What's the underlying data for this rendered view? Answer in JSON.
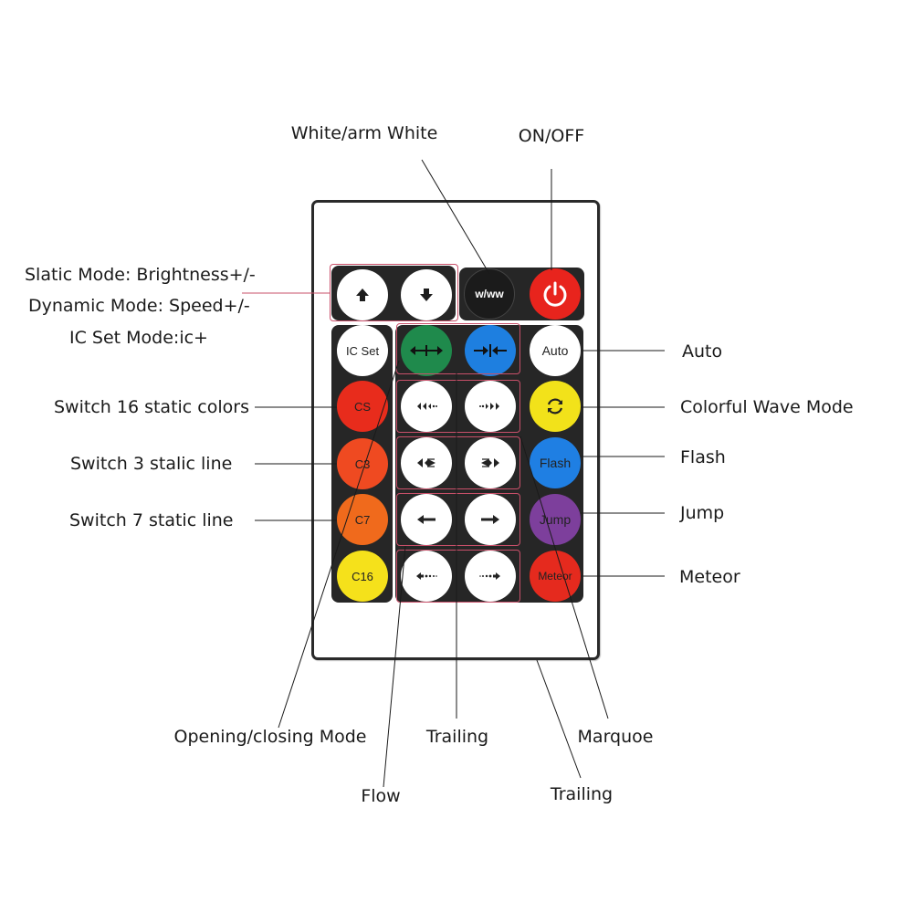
{
  "labels": {
    "white_warm": "White/arm White",
    "on_off": "ON/OFF",
    "slatic_brightness": "Slatic Mode: Brightness+/-",
    "dynamic_speed": "Dynamic Mode: Speed+/-",
    "ic_set_mode": "IC Set Mode:ic+",
    "switch16": "Switch 16 static colors",
    "switch3": "Switch 3 stalic line",
    "switch7": "Switch 7 static line",
    "auto": "Auto",
    "colorful_wave": "Colorful Wave Mode",
    "flash": "Flash",
    "jump": "Jump",
    "meteor": "Meteor",
    "opening_closing": "Opening/closing Mode",
    "trailing_center": "Trailing",
    "marquoe": "Marquoe",
    "flow": "Flow",
    "trailing_bottom": "Trailing"
  },
  "buttons": {
    "up": {
      "label": "",
      "icon": "arrow-up-icon",
      "color": "#ffffff"
    },
    "down": {
      "label": "",
      "icon": "arrow-down-icon",
      "color": "#ffffff"
    },
    "ww": {
      "label": "w/ww",
      "color": "#1b1b1b"
    },
    "power": {
      "label": "",
      "icon": "power-icon",
      "color": "#e8241d"
    },
    "ic_set": {
      "label": "IC Set",
      "color": "#ffffff"
    },
    "open_outward": {
      "label": "",
      "icon": "arrows-outward-icon",
      "color": "#1f8a4c"
    },
    "close_inward": {
      "label": "",
      "icon": "arrows-inward-icon",
      "color": "#1e7fe0"
    },
    "auto": {
      "label": "Auto",
      "color": "#ffffff"
    },
    "trail_left": {
      "label": "",
      "icon": "trail-left-icon",
      "color": "#ffffff"
    },
    "trail_right": {
      "label": "",
      "icon": "trail-right-icon",
      "color": "#ffffff"
    },
    "wave": {
      "label": "",
      "icon": "cycle-icon",
      "color": "#f2e21a"
    },
    "cs": {
      "label": "CS",
      "color": "#e82c1c"
    },
    "c3": {
      "label": "C3",
      "color": "#ef4a21"
    },
    "c7": {
      "label": "C7",
      "color": "#f06a1c"
    },
    "c16": {
      "label": "C16",
      "color": "#f5e11b"
    },
    "marquee_left": {
      "label": "",
      "icon": "marquee-left-icon",
      "color": "#ffffff"
    },
    "marquee_right": {
      "label": "",
      "icon": "marquee-right-icon",
      "color": "#ffffff"
    },
    "flash": {
      "label": "Flash",
      "color": "#1f7fe3"
    },
    "flow_left": {
      "label": "",
      "icon": "arrow-left-icon",
      "color": "#ffffff"
    },
    "flow_right": {
      "label": "",
      "icon": "arrow-right-icon",
      "color": "#ffffff"
    },
    "jump": {
      "label": "Jump",
      "color": "#7d3f9c"
    },
    "meteor_left": {
      "label": "",
      "icon": "meteor-left-icon",
      "color": "#ffffff"
    },
    "meteor_right": {
      "label": "",
      "icon": "meteor-right-icon",
      "color": "#ffffff"
    },
    "meteor": {
      "label": "Meteor",
      "color": "#e52a1e"
    }
  },
  "colors": {
    "leader": "#1a1a1a",
    "highlight": "#c9506a",
    "panel": "#262626"
  }
}
